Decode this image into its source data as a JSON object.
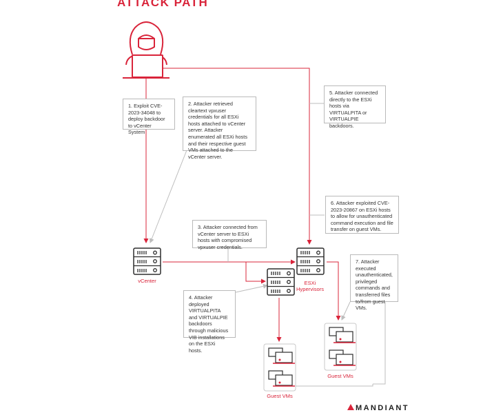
{
  "title": "ATTACK PATH",
  "steps": {
    "s1": "1. Exploit CVE-2023-34048 to deploy backdoor to vCenter System",
    "s2": "2. Attacker retrieved cleartext vpxuser credentials for all ESXi hosts attached to vCenter server. Attacker enumerated all ESXi hosts and their respective guest VMs attached to the vCenter server.",
    "s3": "3. Attacker connected from vCenter server to ESXi hosts with compromised vpxuser credentials.",
    "s4": "4. Attacker deployed VIRTUALPITA and VIRTUALPIE backdoors through malicious VIB installations on the ESXi hosts.",
    "s5": "5. Attacker connected directly to the ESXi hosts via VIRTUALPITA or VIRTUALPIE backdoors.",
    "s6": "6. Attacker exploited CVE-2023-20867 on ESXi hosts to allow for unauthenticated command execution and file transfer on guest VMs.",
    "s7": "7. Attacker executed unauthenticated, privileged commands and transferred files to/from guest VMs."
  },
  "nodes": {
    "vcenter": "vCenter",
    "esxi_line1": "ESXi",
    "esxi_line2": "Hypervisors",
    "guest_vms_left": "Guest VMs",
    "guest_vms_right": "Guest VMs"
  },
  "brand": "MANDIANT",
  "colors": {
    "accent": "#d9243a",
    "line": "#c0c0c0",
    "icon": "#2d2d2d"
  }
}
